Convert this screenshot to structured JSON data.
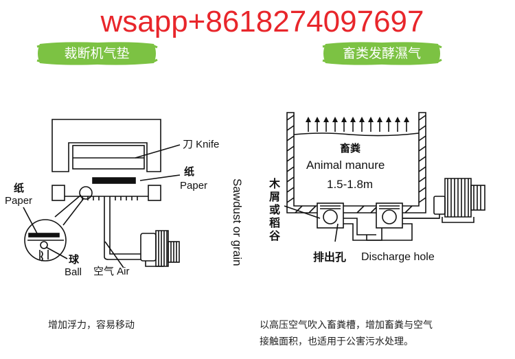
{
  "watermark": "wsapp+8618274097697",
  "banners": {
    "left": "裁断机气垫",
    "right": "畜类发酵濕气"
  },
  "colors": {
    "watermark": "#e8262b",
    "banner_green": "#7cc243",
    "line": "#111111"
  },
  "left_diagram": {
    "knife_label": "刀 Knife",
    "paper_cn": "纸",
    "paper_en": "Paper",
    "paper2_cn": "纸",
    "paper2_en": "Paper",
    "ball_cn": "球",
    "ball_en": "Ball",
    "air": "空气 Air"
  },
  "right_diagram": {
    "manure_cn": "畜粪",
    "manure_en": "Animal manure",
    "depth": "1.5-1.8m",
    "sawdust_en": "Sawdust or grain",
    "sawdust_cn": "木屑或稻谷",
    "discharge_cn": "排出孔",
    "discharge_en": "Discharge hole"
  },
  "captions": {
    "left": "增加浮力，容易移动",
    "right_line1": "以高压空气吹入畜粪槽，增加畜粪与空气",
    "right_line2": "接触面积，也适用于公害污水处理。"
  }
}
